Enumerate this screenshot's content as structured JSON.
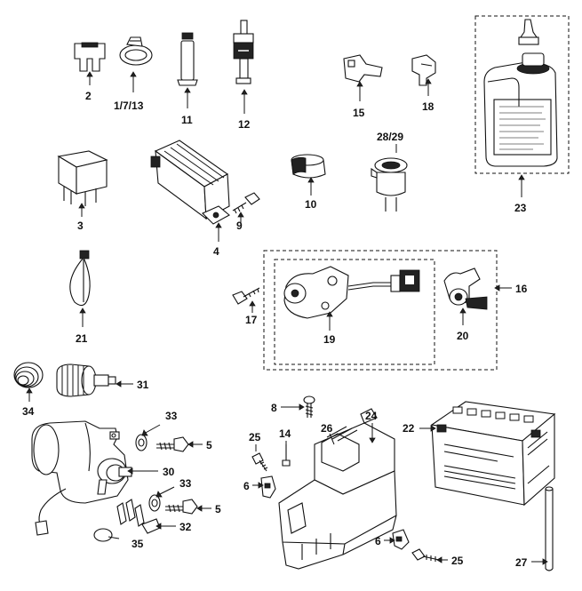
{
  "labels": {
    "p2": "2",
    "p1713": "1/7/13",
    "p11": "11",
    "p12": "12",
    "p15": "15",
    "p18": "18",
    "p23": "23",
    "p3": "3",
    "p4": "4",
    "p9": "9",
    "p10": "10",
    "p2829": "28/29",
    "p21": "21",
    "p17": "17",
    "p19": "19",
    "p20": "20",
    "p16": "16",
    "p34": "34",
    "p31": "31",
    "p33a": "33",
    "p5a": "5",
    "p30": "30",
    "p33b": "33",
    "p5b": "5",
    "p32": "32",
    "p35": "35",
    "p8": "8",
    "p14": "14",
    "p25a": "25",
    "p26": "26",
    "p24": "24",
    "p22": "22",
    "p6a": "6",
    "p6b": "6",
    "p25b": "25",
    "p27": "27"
  },
  "icons": {
    "fuse": "fuse-icon",
    "clamp": "hose-clamp-icon",
    "grease": "grease-tube-icon",
    "stop_switch": "stop-switch-icon",
    "connector": "connector-icon",
    "bracket": "bracket-icon",
    "oil": "oil-bottle-icon",
    "relay": "relay-icon",
    "regulator": "regulator-icon",
    "screw": "screw-icon",
    "sleeve": "sleeve-icon",
    "socket": "socket-icon",
    "tie": "cable-tie-icon",
    "ignition": "ignition-switch-icon",
    "key": "key-icon",
    "spring": "spring-icon",
    "starter_gear": "starter-gear-icon",
    "starter_motor": "starter-motor-icon",
    "washer": "washer-icon",
    "battery": "battery-icon",
    "battery_box": "battery-box-icon",
    "hose": "vent-hose-icon"
  }
}
